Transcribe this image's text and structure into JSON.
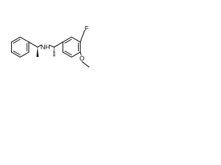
{
  "molecule": {
    "atoms": {
      "amine": "NH",
      "fluorine": "F",
      "methoxy_oxygen": "O"
    }
  }
}
